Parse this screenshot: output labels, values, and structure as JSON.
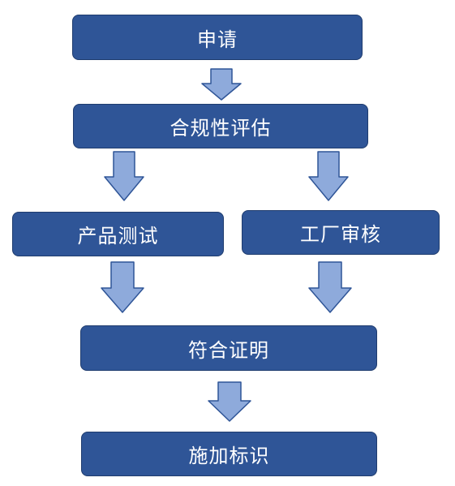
{
  "flowchart": {
    "nodes": {
      "apply": "申请",
      "assessment": "合规性评估",
      "product_test": "产品测试",
      "factory_audit": "工厂审核",
      "certificate": "符合证明",
      "marking": "施加标识"
    },
    "edges": [
      [
        "apply",
        "assessment"
      ],
      [
        "assessment",
        "product_test"
      ],
      [
        "assessment",
        "factory_audit"
      ],
      [
        "product_test",
        "certificate"
      ],
      [
        "factory_audit",
        "certificate"
      ],
      [
        "certificate",
        "marking"
      ]
    ]
  },
  "colors": {
    "node_fill": "#2f5597",
    "node_border": "#1f3c6e",
    "node_text": "#ffffff",
    "arrow_fill": "#8eaadb",
    "arrow_stroke": "#2f5597"
  }
}
